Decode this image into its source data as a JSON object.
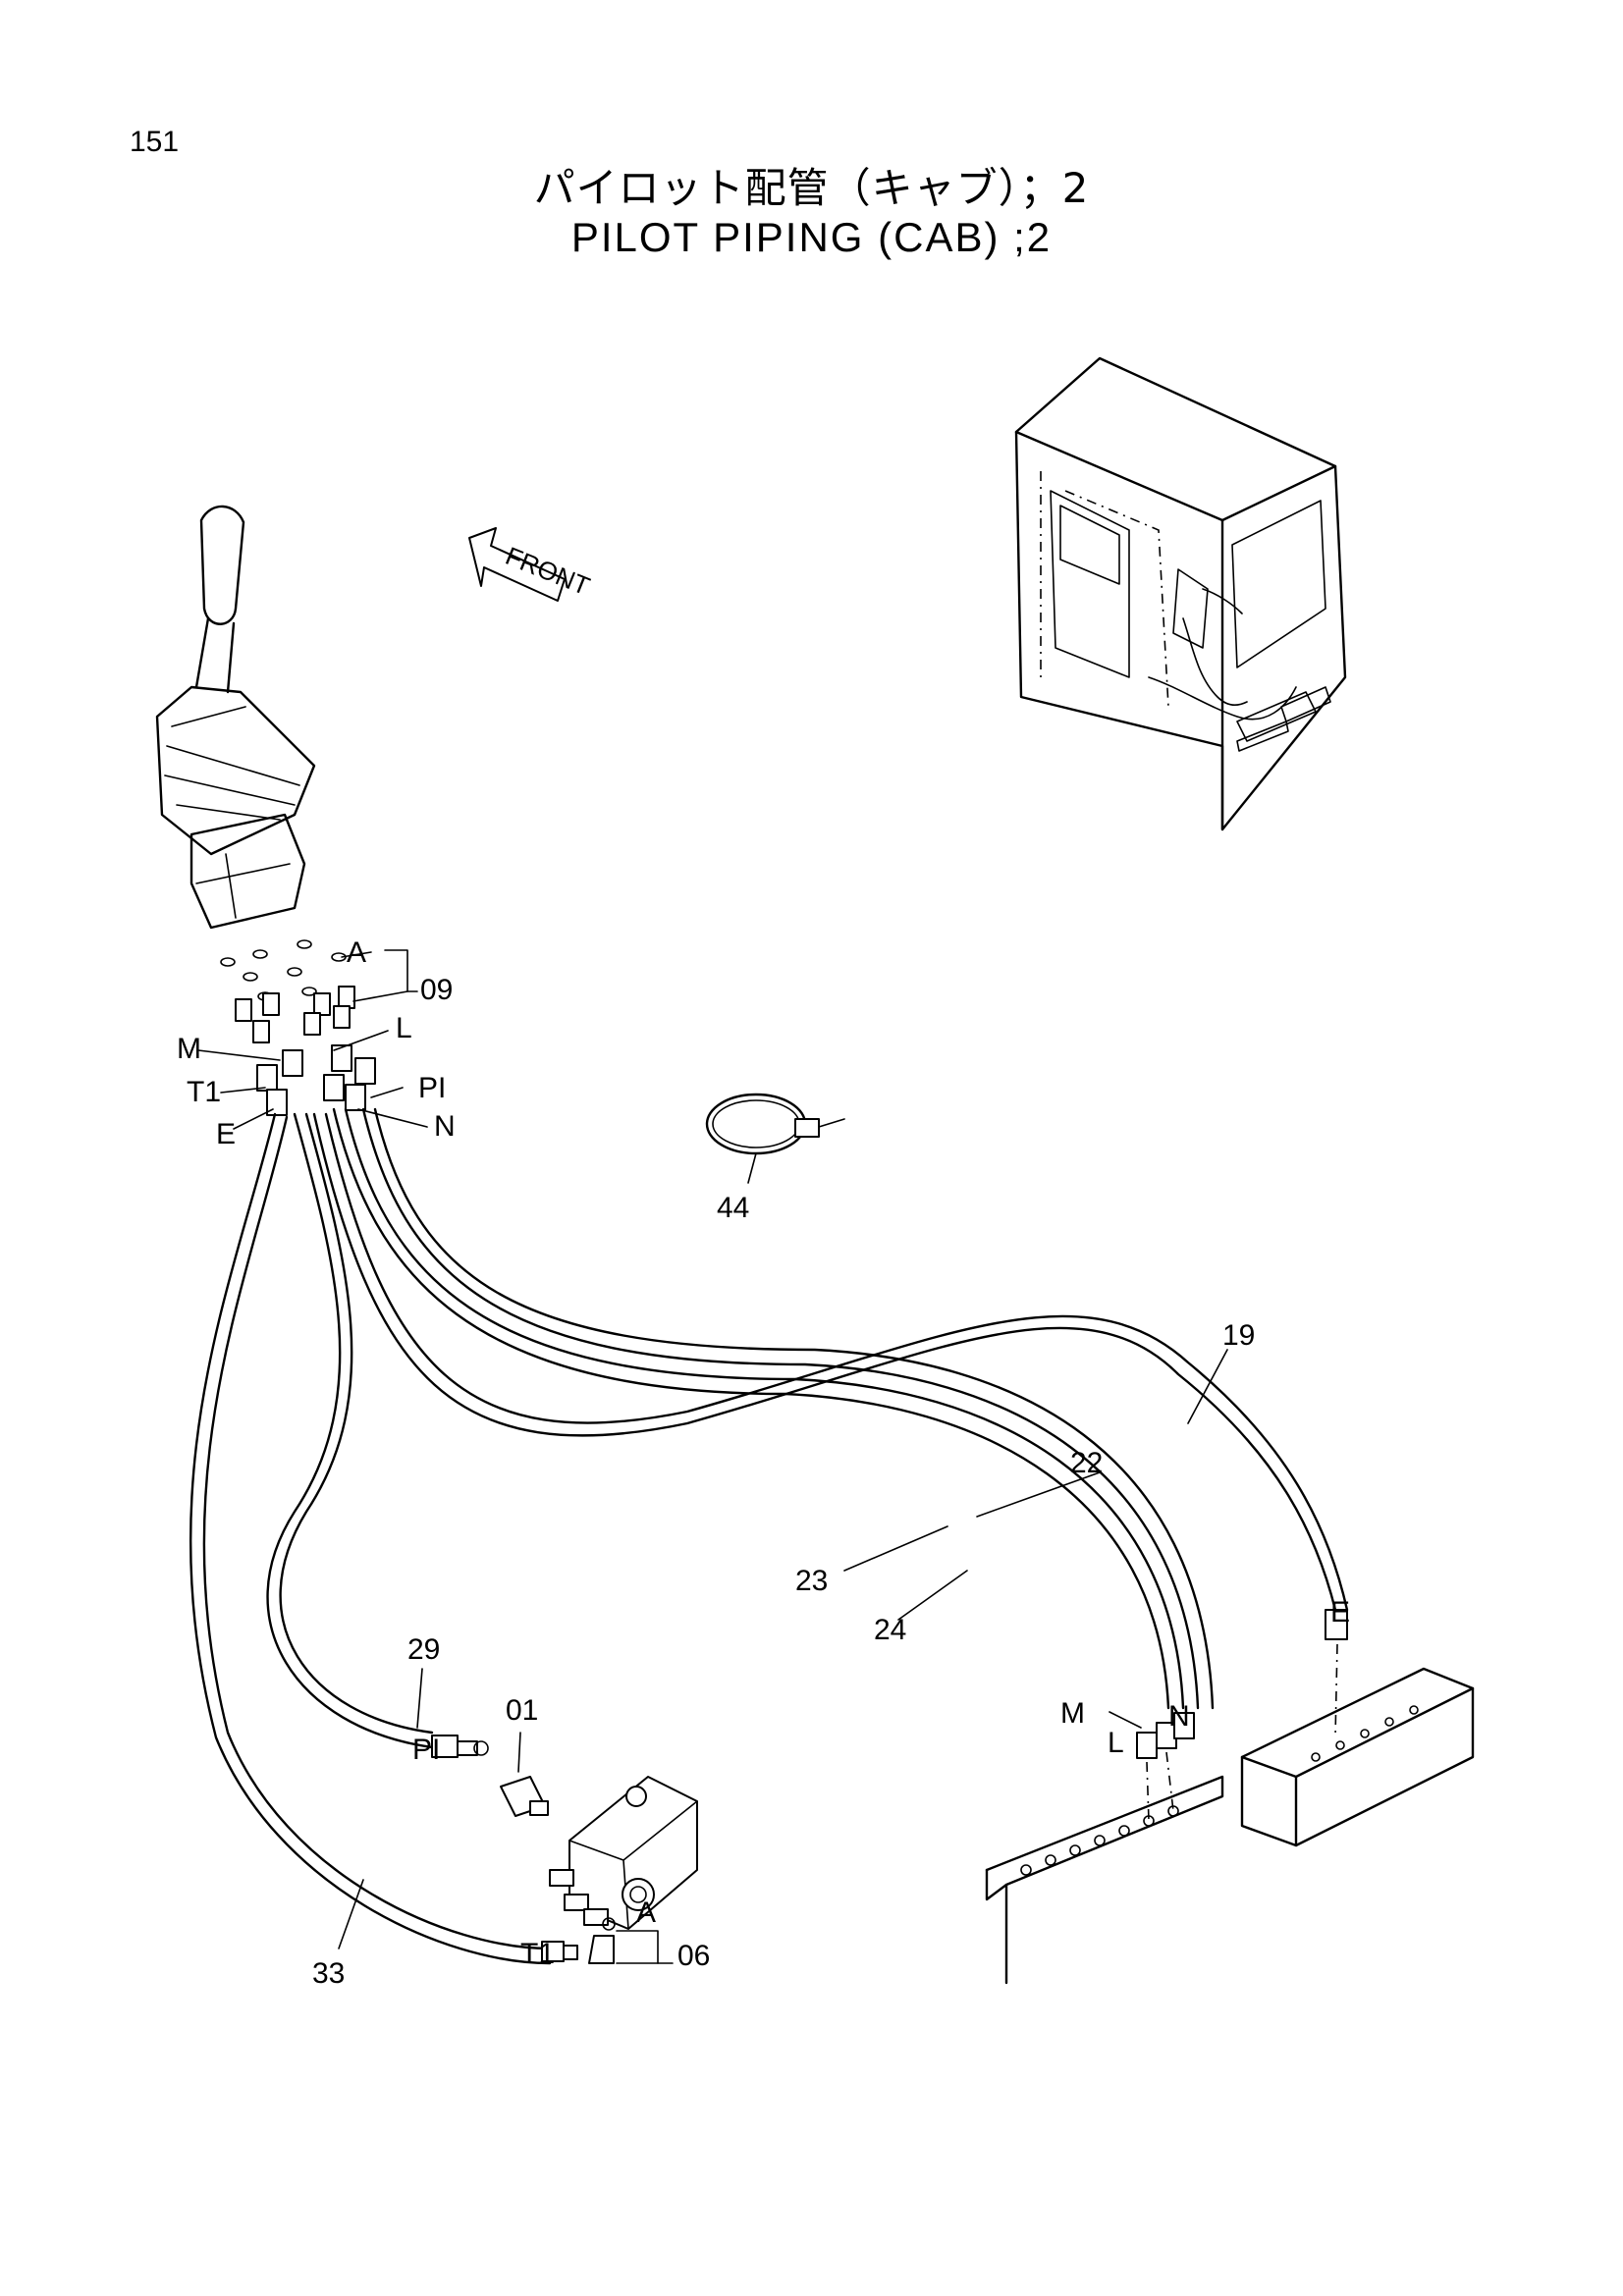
{
  "page_number": "151",
  "title_jp": "パイロット配管（キャブ）；2",
  "title_en": "PILOT PIPING (CAB) ;2",
  "front_indicator": "FRONT",
  "callouts": {
    "a_top": "A",
    "part_09": "09",
    "port_l": "L",
    "port_m": "M",
    "port_t1": "T1",
    "port_p1": "PI",
    "port_e": "E",
    "port_n": "N",
    "part_44": "44",
    "part_19": "19",
    "part_22": "22",
    "part_23": "23",
    "part_24": "24",
    "part_29": "29",
    "port_p1_lower": "PI",
    "part_01": "01",
    "port_m_right": "M",
    "port_l_right": "L",
    "port_n_right": "N",
    "port_e_right": "E",
    "a_bottom": "A",
    "part_06": "06",
    "port_t1_lower": "T1",
    "part_33": "33"
  }
}
